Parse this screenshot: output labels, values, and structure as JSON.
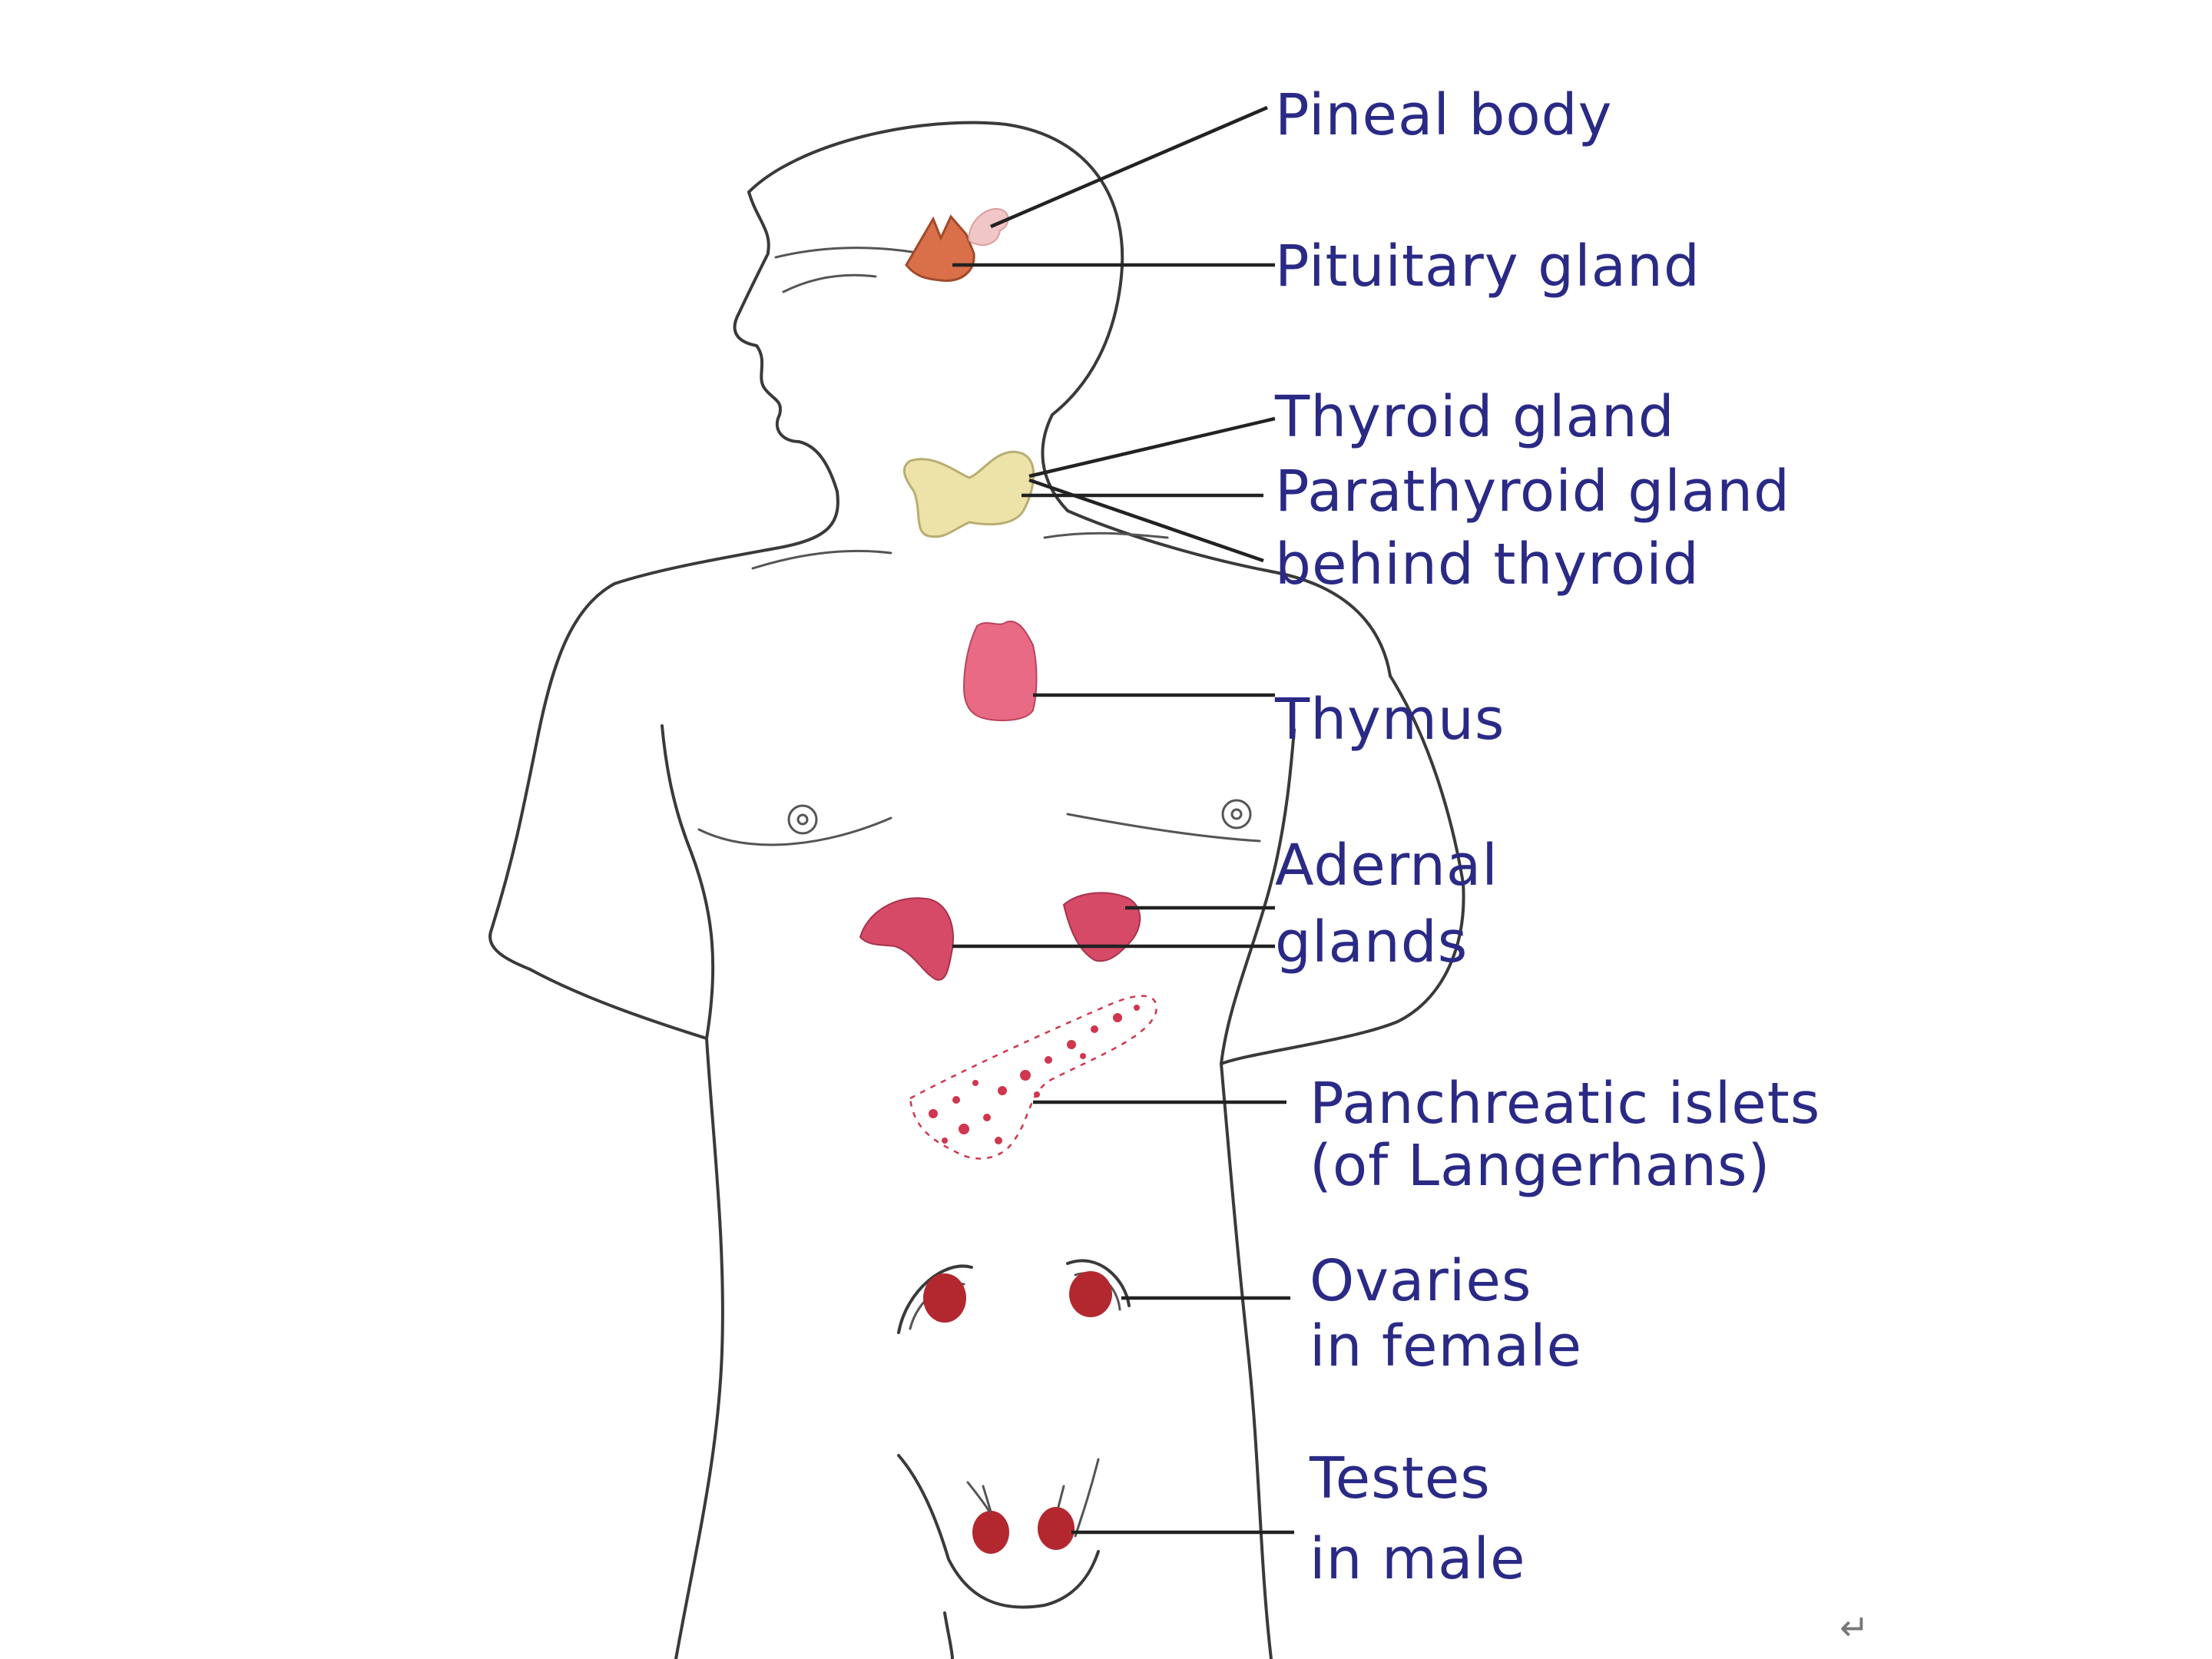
{
  "labels": {
    "pineal": "Pineal body",
    "pituitary": "Pituitary gland",
    "thyroid": "Thyroid gland",
    "parathyroid_1": "Parathyroid gland",
    "parathyroid_2": "behind thyroid",
    "thymus": "Thymus",
    "adrenal_1": "Adernal",
    "adrenal_2": "glands",
    "pancreas_1": "Panchreatic islets",
    "pancreas_2": "(of Langerhans)",
    "ovaries_1": "Ovaries",
    "ovaries_2": "in female",
    "testes_1": "Testes",
    "testes_2": "in male"
  },
  "mark": "↵",
  "colors": {
    "label_text": "#2a2a86",
    "pituitary": "#d9704a",
    "pineal": "#f1c6c6",
    "thyroid": "#ede3a8",
    "thymus": "#e96a84",
    "adrenal": "#d64a68",
    "pancreas_dots": "#d0364e",
    "gonads": "#b3282f"
  }
}
